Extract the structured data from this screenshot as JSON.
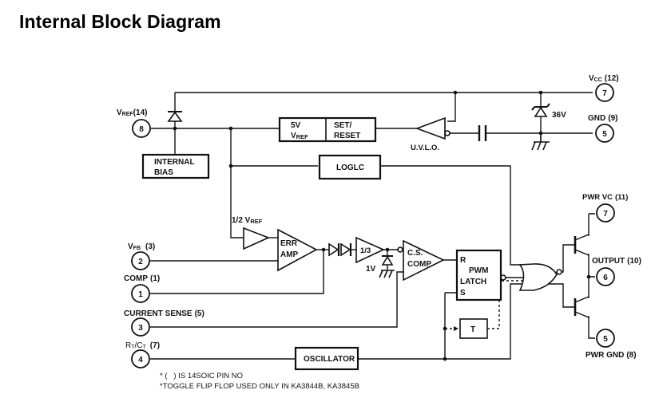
{
  "title": "Internal Block Diagram",
  "pins": {
    "vref": {
      "label": "V",
      "sub": "REF",
      "alt": "(14)",
      "number": "8"
    },
    "vcc": {
      "label": "V",
      "sub": "CC",
      "alt": "(12)",
      "number": "7"
    },
    "gnd": {
      "label": "GND",
      "alt": "(9)",
      "number": "5"
    },
    "vfb": {
      "label": "V",
      "sub": "FB",
      "alt": "(3)",
      "number": "2"
    },
    "comp": {
      "label": "COMP",
      "alt": "(1)",
      "number": "1"
    },
    "current_sense": {
      "label": "CURRENT SENSE",
      "alt": "(5)",
      "number": "3"
    },
    "rtct": {
      "label": "R",
      "sub1": "T",
      "mid": "/C",
      "sub2": "T",
      "alt": "(7)",
      "number": "4"
    },
    "pwr_vc": {
      "label": "PWR VC",
      "alt": "(11)",
      "number": "7"
    },
    "output": {
      "label": "OUTPUT",
      "alt": "(10)",
      "number": "6"
    },
    "pwr_gnd": {
      "label": "PWR GND",
      "alt": "(8)",
      "number": "5"
    }
  },
  "blocks": {
    "internal_bias": [
      "INTERNAL",
      "BIAS"
    ],
    "vref_5v": [
      "5V",
      "V",
      "REF"
    ],
    "set_reset": [
      "SET/",
      "RESET"
    ],
    "uvlo": "U.V.L.O.",
    "logic": "LOGLC",
    "half_vref": [
      "1/2 V",
      "REF"
    ],
    "err_amp": [
      "ERR",
      "AMP"
    ],
    "one_third": "1/3",
    "one_v": "1V",
    "cs_comp": [
      "C.S.",
      "COMP"
    ],
    "pwm_latch": {
      "r": "R",
      "line1": "PWM",
      "line2": "LATCH",
      "s": "S"
    },
    "toggle": "T",
    "oscillator": "OSCILLATOR",
    "zener": "36V"
  },
  "notes": [
    "* (   ) IS 14SOIC PIN NO",
    "*TOGGLE FLIP FLOP USED ONLY IN KA3844B, KA3845B"
  ]
}
